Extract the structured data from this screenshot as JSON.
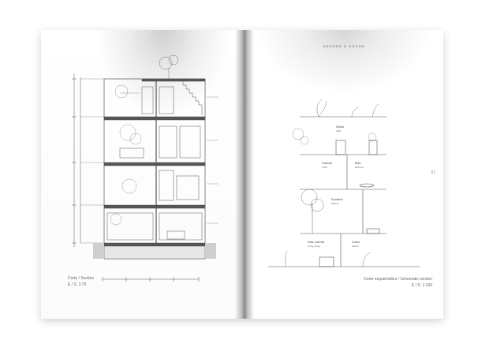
{
  "spread": {
    "left_page": {
      "caption_title": "Corte / Section",
      "caption_scale": "E / S. 1:75"
    },
    "right_page": {
      "running_head": "GARDEN & HOUSE",
      "page_number": "57",
      "caption_title": "Corte esquemático / Schematic section",
      "caption_scale": "E / S. 1:100",
      "room_labels": [
        {
          "name": "Oficina",
          "translation": "Office"
        },
        {
          "name": "Vestíbulo",
          "translation": "Lobby"
        },
        {
          "name": "Baño",
          "translation": "Bathroom"
        },
        {
          "name": "Dormitorio",
          "translation": "Bedroom"
        },
        {
          "name": "Estar, comedor",
          "translation": "Living, dining"
        },
        {
          "name": "Cocina",
          "translation": "Kitchen"
        }
      ]
    }
  },
  "colors": {
    "background": "#ffffff",
    "gutter": "#8a8a8a",
    "drawing_line": "#555555",
    "caption_text": "#666666"
  }
}
